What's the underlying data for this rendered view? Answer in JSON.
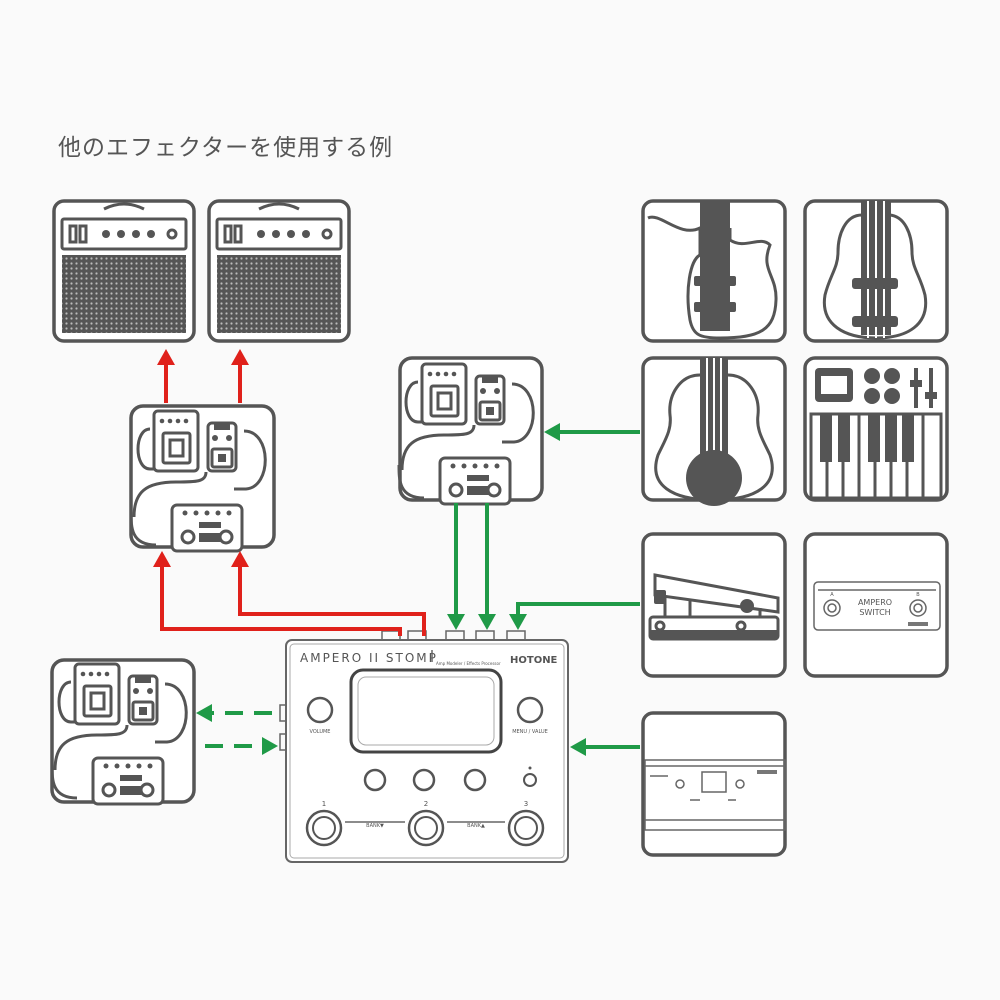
{
  "title": "他のエフェクターを使用する例",
  "device": {
    "brand": "AMPERO II STOMP",
    "maker": "HOTONE",
    "subtitle": "Amp Modeler / Effects Processor",
    "knob_left": "VOLUME",
    "knob_right": "MENU / VALUE",
    "footswitch_1": "1",
    "footswitch_2": "2",
    "footswitch_3": "3",
    "bank_down": "BANK▼",
    "bank_up": "BANK▲"
  },
  "footswitch_accessory": {
    "label_1": "AMPERO",
    "label_2": "SWITCH",
    "sw_a": "A",
    "sw_b": "B"
  },
  "colors": {
    "output_arrows": "#e0211b",
    "input_arrows": "#1f9a47",
    "line": "#555555"
  }
}
